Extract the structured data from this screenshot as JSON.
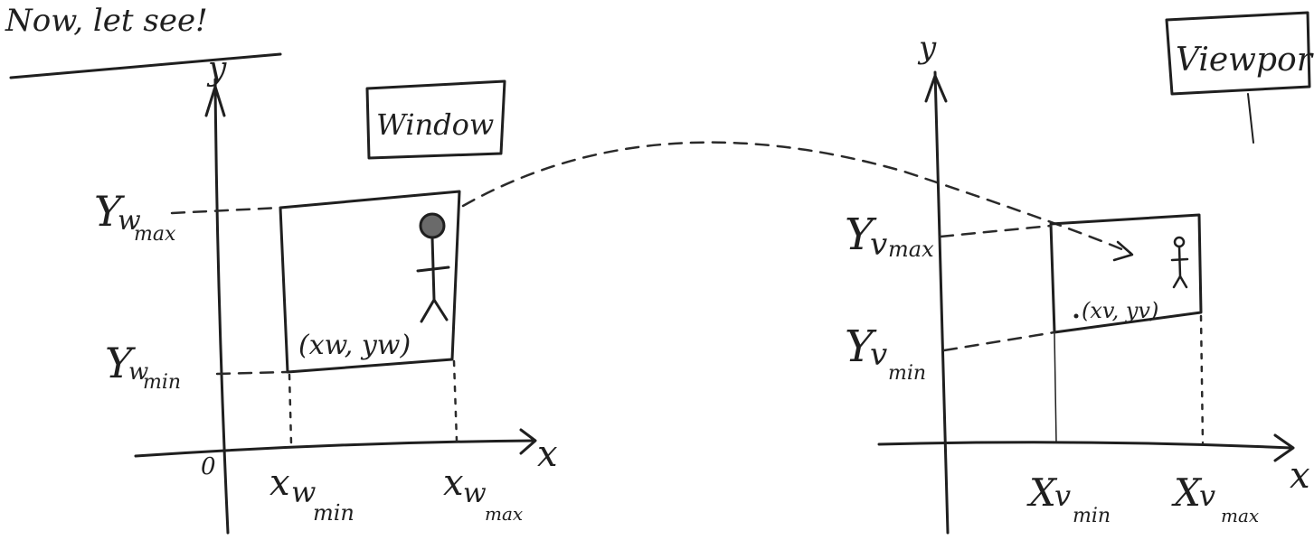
{
  "heading": "Now, let see!",
  "window_panel": {
    "box_label": "Window",
    "y_axis_label": "y",
    "x_axis_label": "x",
    "origin_label": "0",
    "ymax": {
      "base": "Y",
      "sub": "w",
      "sub2": "max"
    },
    "ymin": {
      "base": "Y",
      "sub": "w",
      "sub2": "min"
    },
    "xmin": {
      "base": "x",
      "sub": "w",
      "sub2": "min"
    },
    "xmax": {
      "base": "x",
      "sub": "w",
      "sub2": "max"
    },
    "point_label": "(xw, yw)"
  },
  "viewport_panel": {
    "box_label": "Viewport",
    "y_axis_label": "y",
    "x_axis_label": "x",
    "ymax": {
      "base": "Y",
      "sub": "v",
      "sub2": "max"
    },
    "ymin": {
      "base": "Y",
      "sub": "v",
      "sub2": "min"
    },
    "xmin": {
      "base": "X",
      "sub": "v",
      "sub2": "min"
    },
    "xmax": {
      "base": "X",
      "sub": "v",
      "sub2": "max"
    },
    "point_label": "(xv, yv)"
  }
}
